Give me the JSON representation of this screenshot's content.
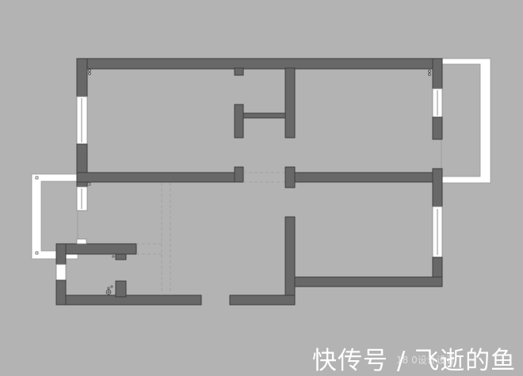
{
  "drawing": {
    "type": "floor-plan",
    "background_color": "#b3b3b3",
    "wall_color": "#686868",
    "window_color": "#ffffff",
    "rooms": [
      {
        "name": "top-left-room"
      },
      {
        "name": "top-right-room"
      },
      {
        "name": "bottom-right-room"
      },
      {
        "name": "central-hall"
      },
      {
        "name": "bottom-left-room"
      },
      {
        "name": "east-balcony"
      },
      {
        "name": "west-balcony"
      }
    ]
  },
  "watermark": {
    "text": "快传号 / 飞逝的鱼",
    "subtext": "18 0设计设计"
  }
}
